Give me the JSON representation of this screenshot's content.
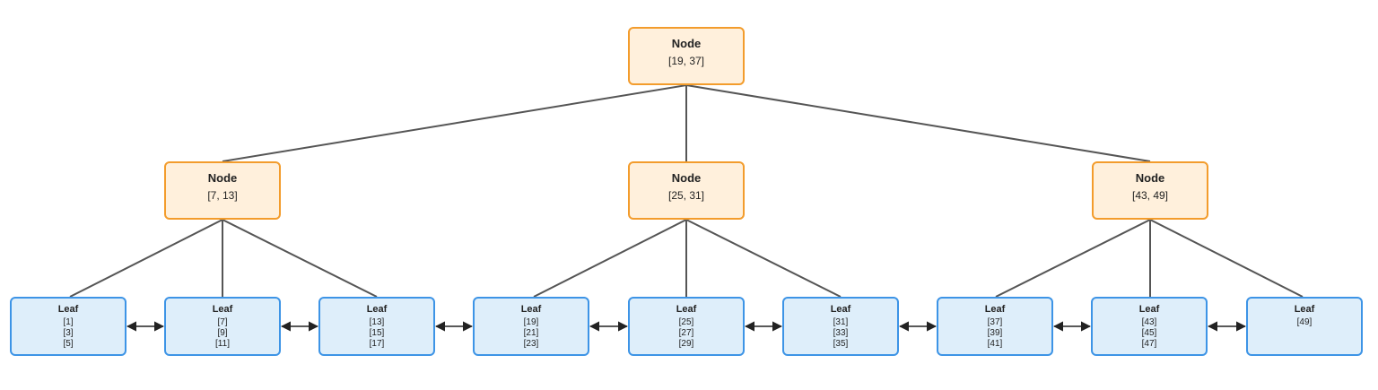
{
  "colors": {
    "node_fill": "#fff0dc",
    "node_border": "#f39c2c",
    "leaf_fill": "#deeefa",
    "leaf_border": "#3d94e6",
    "edge": "#555555"
  },
  "root": {
    "title": "Node",
    "keys": "[19, 37]"
  },
  "internal": [
    {
      "title": "Node",
      "keys": "[7, 13]"
    },
    {
      "title": "Node",
      "keys": "[25, 31]"
    },
    {
      "title": "Node",
      "keys": "[43, 49]"
    }
  ],
  "leaves": [
    {
      "title": "Leaf",
      "entries": [
        "[1]",
        "[3]",
        "[5]"
      ]
    },
    {
      "title": "Leaf",
      "entries": [
        "[7]",
        "[9]",
        "[11]"
      ]
    },
    {
      "title": "Leaf",
      "entries": [
        "[13]",
        "[15]",
        "[17]"
      ]
    },
    {
      "title": "Leaf",
      "entries": [
        "[19]",
        "[21]",
        "[23]"
      ]
    },
    {
      "title": "Leaf",
      "entries": [
        "[25]",
        "[27]",
        "[29]"
      ]
    },
    {
      "title": "Leaf",
      "entries": [
        "[31]",
        "[33]",
        "[35]"
      ]
    },
    {
      "title": "Leaf",
      "entries": [
        "[37]",
        "[39]",
        "[41]"
      ]
    },
    {
      "title": "Leaf",
      "entries": [
        "[43]",
        "[45]",
        "[47]"
      ]
    },
    {
      "title": "Leaf",
      "entries": [
        "[49]"
      ]
    }
  ]
}
